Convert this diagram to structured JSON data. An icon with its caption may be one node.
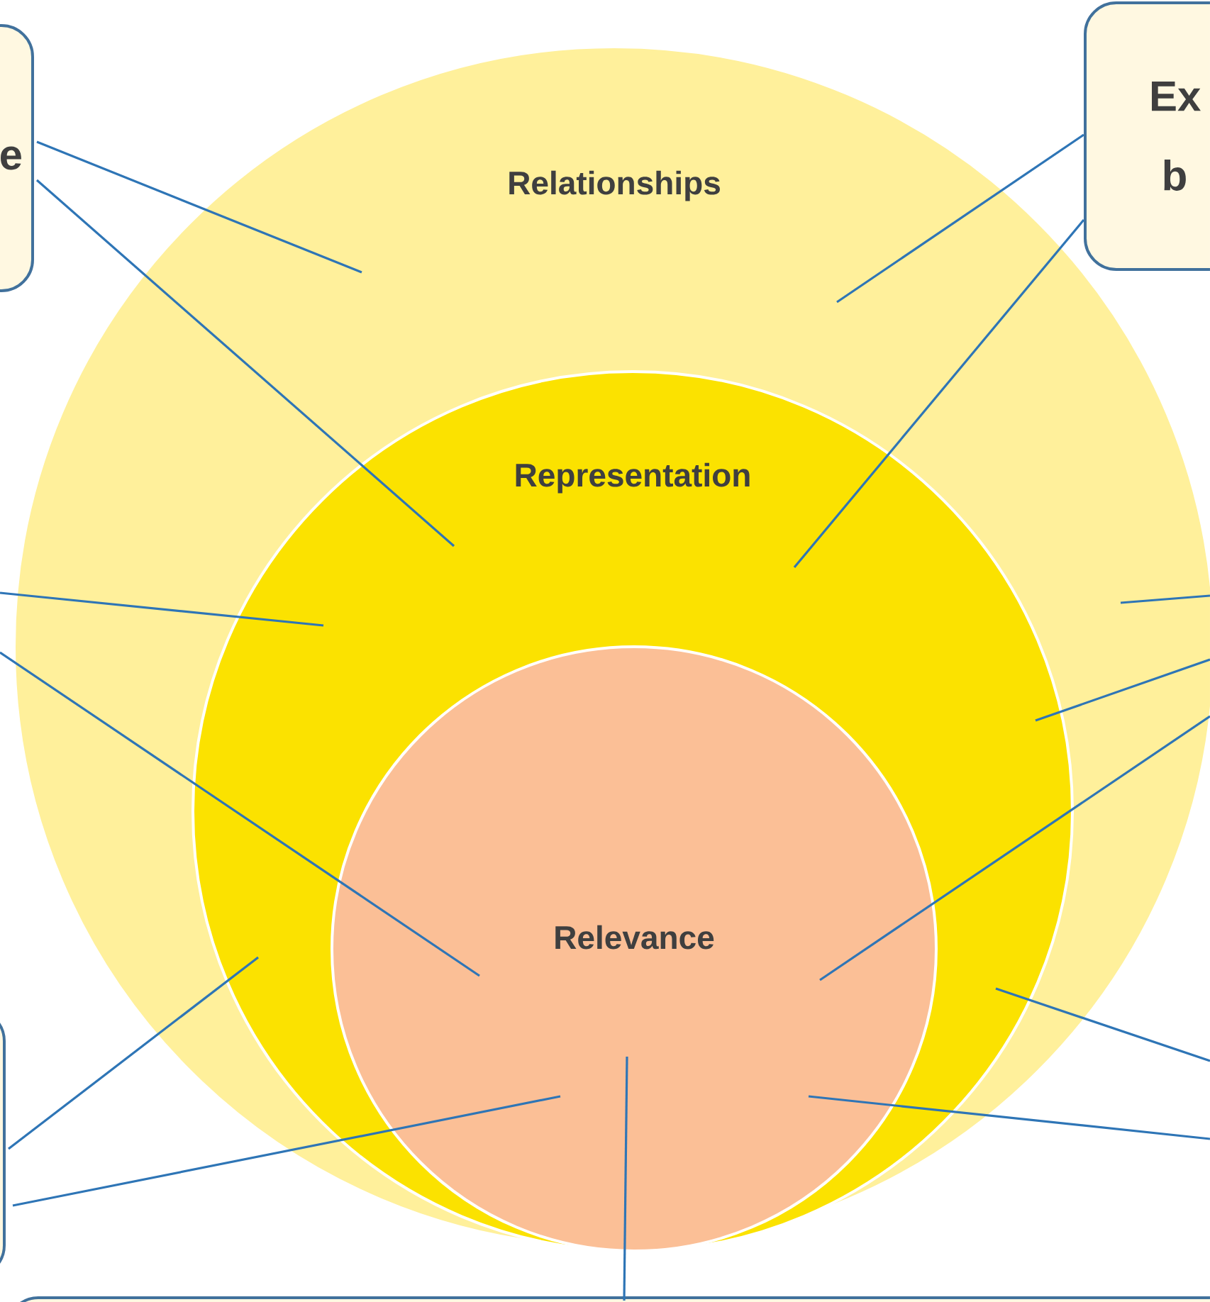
{
  "diagram": {
    "nodes": [
      {
        "text": [
          "Relationships"
        ]
      },
      {
        "text": [
          "Representation"
        ],
        "in": 0
      },
      {
        "text": [
          "Relevance"
        ],
        "in": 1
      },
      {
        "text": [
          "e"
        ]
      },
      {
        "text": [
          "Ex b"
        ]
      },
      {
        "text": [],
        "shape": "box"
      },
      {
        "text": [],
        "shape": "box"
      }
    ],
    "edges": [
      {
        "from": 3,
        "to": 0,
        "arrow": "none"
      },
      {
        "from": 3,
        "to": 1,
        "arrow": "none"
      },
      {
        "from": 4,
        "to": 0,
        "arrow": "none"
      },
      {
        "from": 4,
        "to": 1,
        "arrow": "none"
      },
      {
        "from": null,
        "to": 1,
        "arrow": "none"
      },
      {
        "from": null,
        "to": 2,
        "arrow": "none"
      },
      {
        "from": 5,
        "to": 1,
        "arrow": "none"
      },
      {
        "from": 5,
        "to": 2,
        "arrow": "none"
      },
      {
        "from": 6,
        "to": 2,
        "arrow": "none"
      },
      {
        "from": null,
        "to": 0,
        "arrow": "none"
      },
      {
        "from": null,
        "to": 1,
        "arrow": "none"
      },
      {
        "from": null,
        "to": 2,
        "arrow": "none"
      },
      {
        "from": null,
        "to": 1,
        "arrow": "none"
      },
      {
        "from": null,
        "to": 2,
        "arrow": "none"
      }
    ]
  }
}
